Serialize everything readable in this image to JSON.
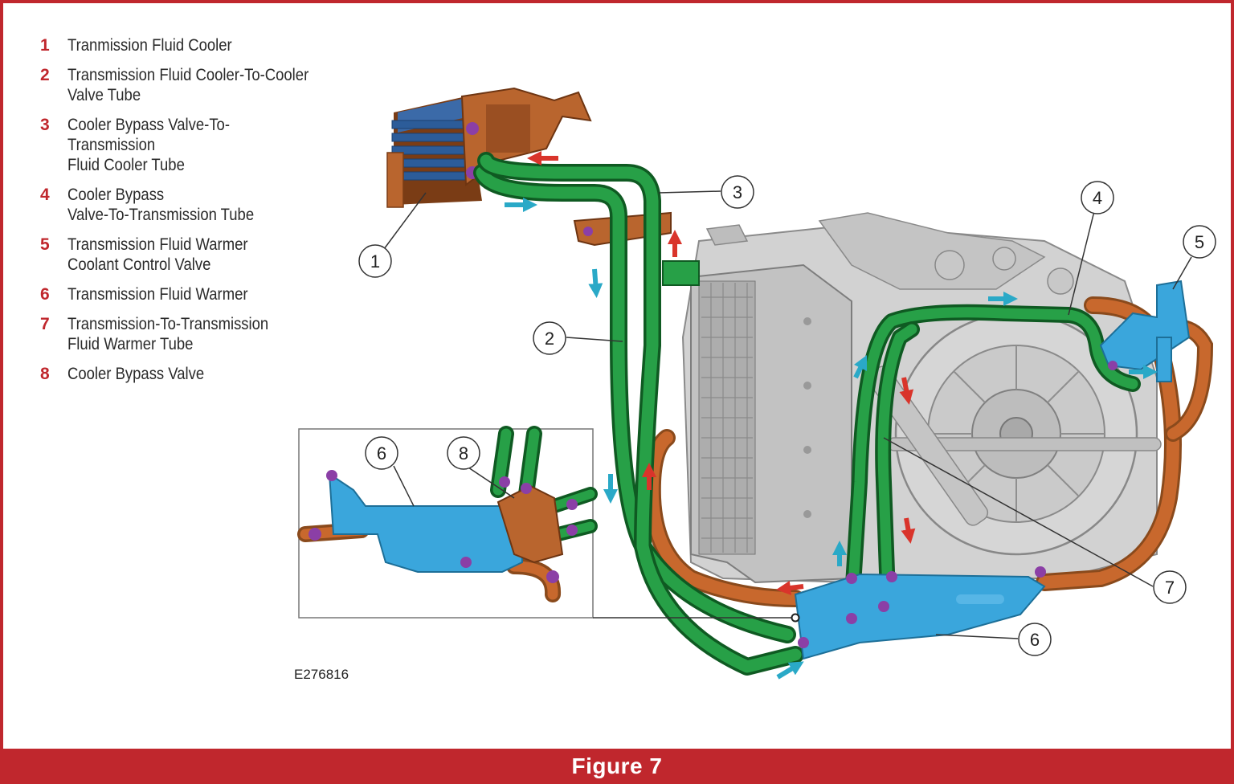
{
  "legend": [
    {
      "num": "1",
      "text": "Tranmission Fluid Cooler"
    },
    {
      "num": "2",
      "text": "Transmission Fluid Cooler-To-Cooler\nValve Tube"
    },
    {
      "num": "3",
      "text": "Cooler Bypass Valve-To-Transmission\nFluid Cooler Tube"
    },
    {
      "num": "4",
      "text": "Cooler Bypass\nValve-To-Transmission Tube"
    },
    {
      "num": "5",
      "text": "Transmission Fluid Warmer\nCoolant Control Valve"
    },
    {
      "num": "6",
      "text": "Transmission Fluid Warmer"
    },
    {
      "num": "7",
      "text": "Transmission-To-Transmission\nFluid Warmer Tube"
    },
    {
      "num": "8",
      "text": "Cooler Bypass Valve"
    }
  ],
  "callouts": {
    "c1": "1",
    "c2": "2",
    "c3": "3",
    "c4": "4",
    "c5": "5",
    "c6_inset": "6",
    "c8_inset": "8",
    "c6_main": "6",
    "c7": "7"
  },
  "image_code": "E276816",
  "footer_title": "Figure 7",
  "colors": {
    "brand_red": "#c0272d",
    "tube_green": "#1f8a3a",
    "cooler_copper": "#b9652e",
    "warmer_blue": "#3aa6dc",
    "clamp_purple": "#8b3fa6",
    "flow_arrow_red": "#d9342b",
    "flow_arrow_cyan": "#2aa9c7",
    "housing_gray": "#c9c9c9"
  }
}
